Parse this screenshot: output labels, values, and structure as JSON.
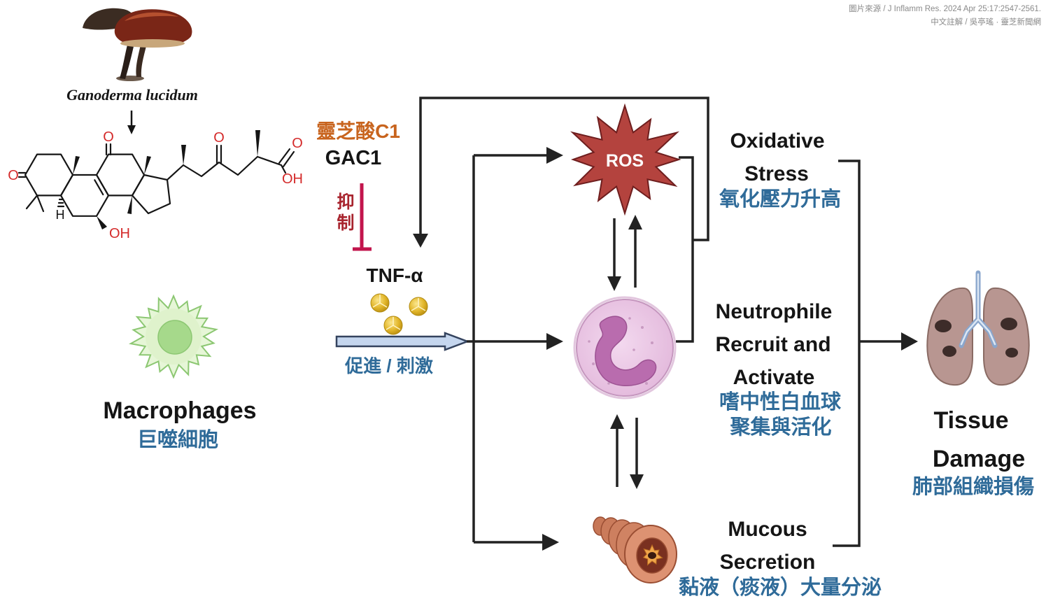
{
  "source": {
    "line1": "圖片來源 / J Inflamm Res. 2024 Apr 25:17:2547-2561.",
    "line2": "中文註解 / 吳亭瑤 · 靈芝新聞網"
  },
  "mushroom": {
    "species": "Ganoderma lucidum"
  },
  "compound": {
    "name_zh": "靈芝酸C1",
    "name_en": "GAC1",
    "atom_labels": {
      "c3_oxygen": "O",
      "c11_oxygen": "O",
      "c23_oxygen": "O",
      "acid_oxygen": "O",
      "acid_hydroxyl": "OH",
      "c7_hydroxyl": "OH",
      "c5_hydrogen": "H"
    }
  },
  "inhibition": {
    "label_char1": "抑",
    "label_char2": "制"
  },
  "tnf": {
    "label": "TNF-α"
  },
  "stimulation": {
    "label": "促進 / 刺激"
  },
  "macrophage": {
    "label_en": "Macrophages",
    "label_zh": "巨噬細胞"
  },
  "ros": {
    "label": "ROS"
  },
  "oxidative_stress": {
    "line1": "Oxidative",
    "line2": "Stress",
    "label_zh": "氧化壓力升高"
  },
  "neutrophil": {
    "line1": "Neutrophile",
    "line2": "Recruit and",
    "line3": "Activate",
    "label_zh_line1": "嗜中性白血球",
    "label_zh_line2": "聚集與活化"
  },
  "mucous": {
    "line1": "Mucous",
    "line2": "Secretion",
    "label_zh": "黏液（痰液）大量分泌"
  },
  "tissue_damage": {
    "line1": "Tissue",
    "line2": "Damage",
    "label_zh": "肺部組織損傷"
  },
  "icons": [
    "mushroom-icon",
    "macrophage-icon",
    "tnf-trimer-icon",
    "ros-burst-icon",
    "neutrophil-icon",
    "airway-icon",
    "lungs-icon"
  ],
  "colors": {
    "compound_zh": "#c8641e",
    "inhibit_text": "#a8242e",
    "inhibit_bar": "#c2154d",
    "annotation_zh": "#2f6b99",
    "ros_star": "#b4433e",
    "stimulation_arrow_fill": "#c5d6ee"
  }
}
